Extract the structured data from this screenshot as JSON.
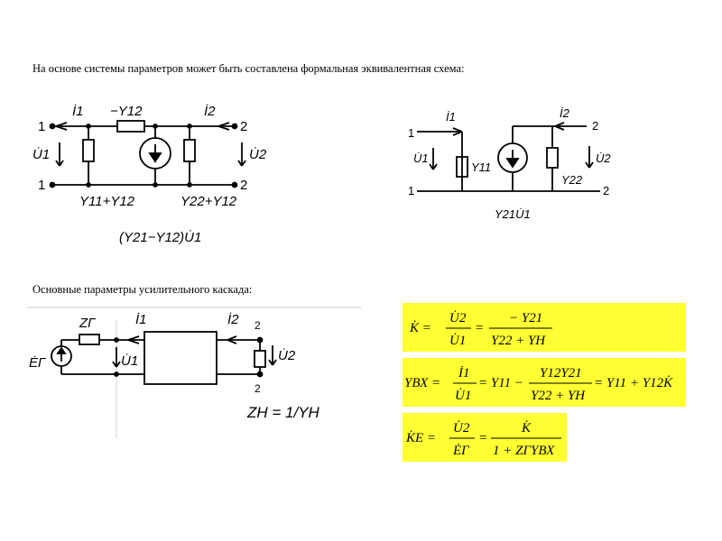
{
  "captions": {
    "intro": "На основе системы параметров может быть составлена формальная эквивалентная схема:",
    "amp": "Основные параметры усилительного каскада:"
  },
  "left_circuit": {
    "I1": "İ1",
    "I2": "İ2",
    "neg_y12": "−Y12",
    "node1": "1",
    "node2": "2",
    "U1": "U̇1",
    "U2": "U̇2",
    "y11_plus": "Y11+Y12",
    "y22_plus": "Y22+Y12",
    "source_label": "(Y21−Y12)U̇1"
  },
  "right_circuit": {
    "I1": "İ1",
    "I2": "İ2",
    "node1": "1",
    "node2": "2",
    "U1": "U̇1",
    "U2": "U̇2",
    "y11": "Y11",
    "y22": "Y22",
    "source_label": "Y21U̇1"
  },
  "amp_circuit": {
    "zg": "ZГ",
    "I1": "İ1",
    "I2": "İ2",
    "eg": "ĖГ",
    "U1": "U̇1",
    "U2": "U̇2",
    "node2": "2",
    "zn_eq": "ZН = 1/YН"
  },
  "formulas": {
    "k": {
      "lhs": "K̇ =",
      "num1": "U̇2",
      "den1": "U̇1",
      "eq": "=",
      "num2": "− Y21",
      "den2": "Y22 + YН"
    },
    "yvx": {
      "lhs": "YВХ =",
      "num1": "İ1",
      "den1": "U̇1",
      "eq1": "= Y11 −",
      "num2": "Y12Y21",
      "den2": "Y22 + YН",
      "rhs": "= Y11 + Y12K̇"
    },
    "ke": {
      "lhs": "K̇E =",
      "num1": "U̇2",
      "den1": "ĖГ",
      "eq": "=",
      "num2": "K̇",
      "den2": "1 + ZГYВХ"
    }
  },
  "colors": {
    "highlight": "#ffff33",
    "ink": "#000000"
  }
}
